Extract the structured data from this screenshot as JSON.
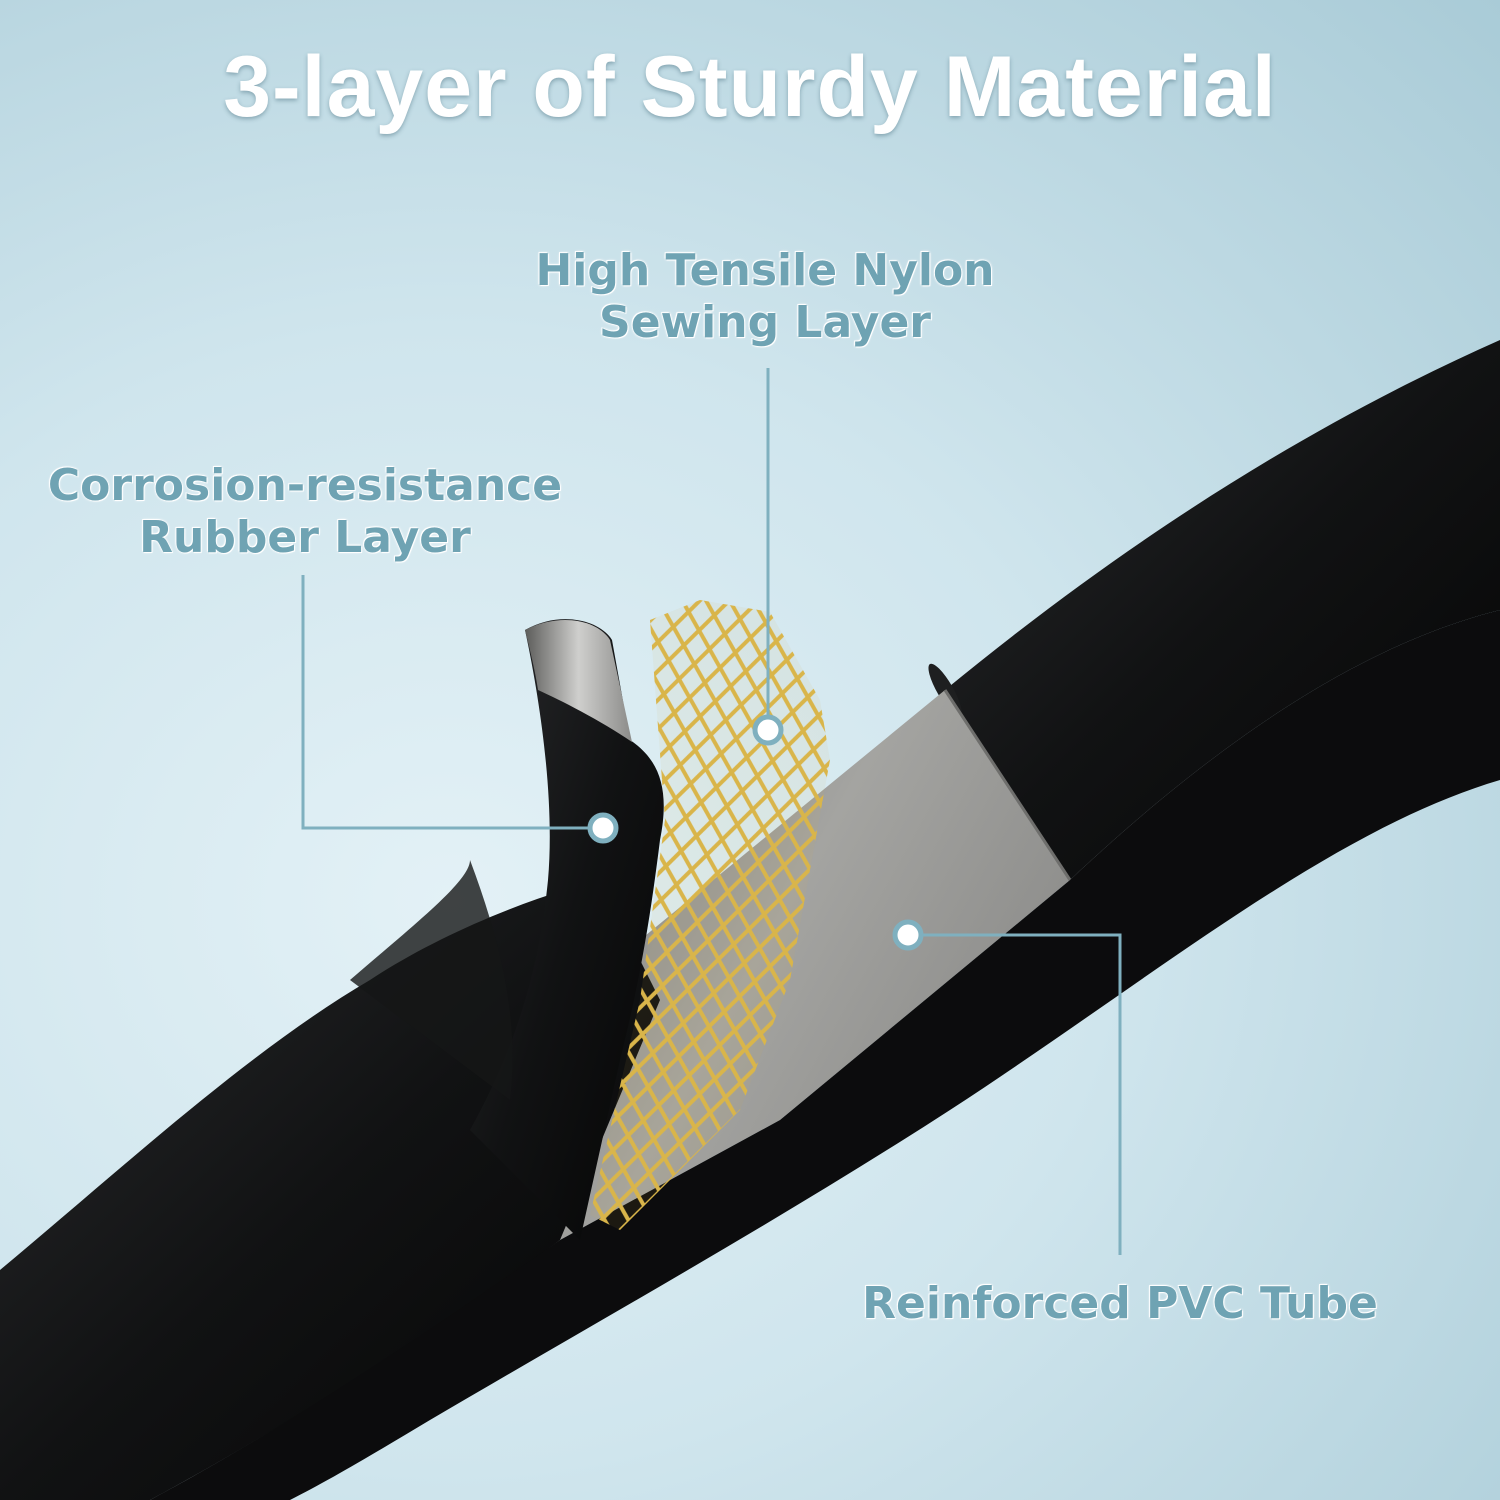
{
  "title": "3-layer of Sturdy Material",
  "callouts": {
    "nylon": {
      "line1": "High Tensile Nylon",
      "line2": "Sewing Layer"
    },
    "rubber": {
      "line1": "Corrosion-resistance",
      "line2": "Rubber Layer"
    },
    "pvc": {
      "line1": "Reinforced PVC Tube"
    }
  },
  "colors": {
    "callout_text": "#6fa3b3",
    "leader_line": "#7fb0bf",
    "hose_outer": "#0e0e0f",
    "inner_tube": "#9a9a98",
    "mesh": "#d9b54a"
  }
}
